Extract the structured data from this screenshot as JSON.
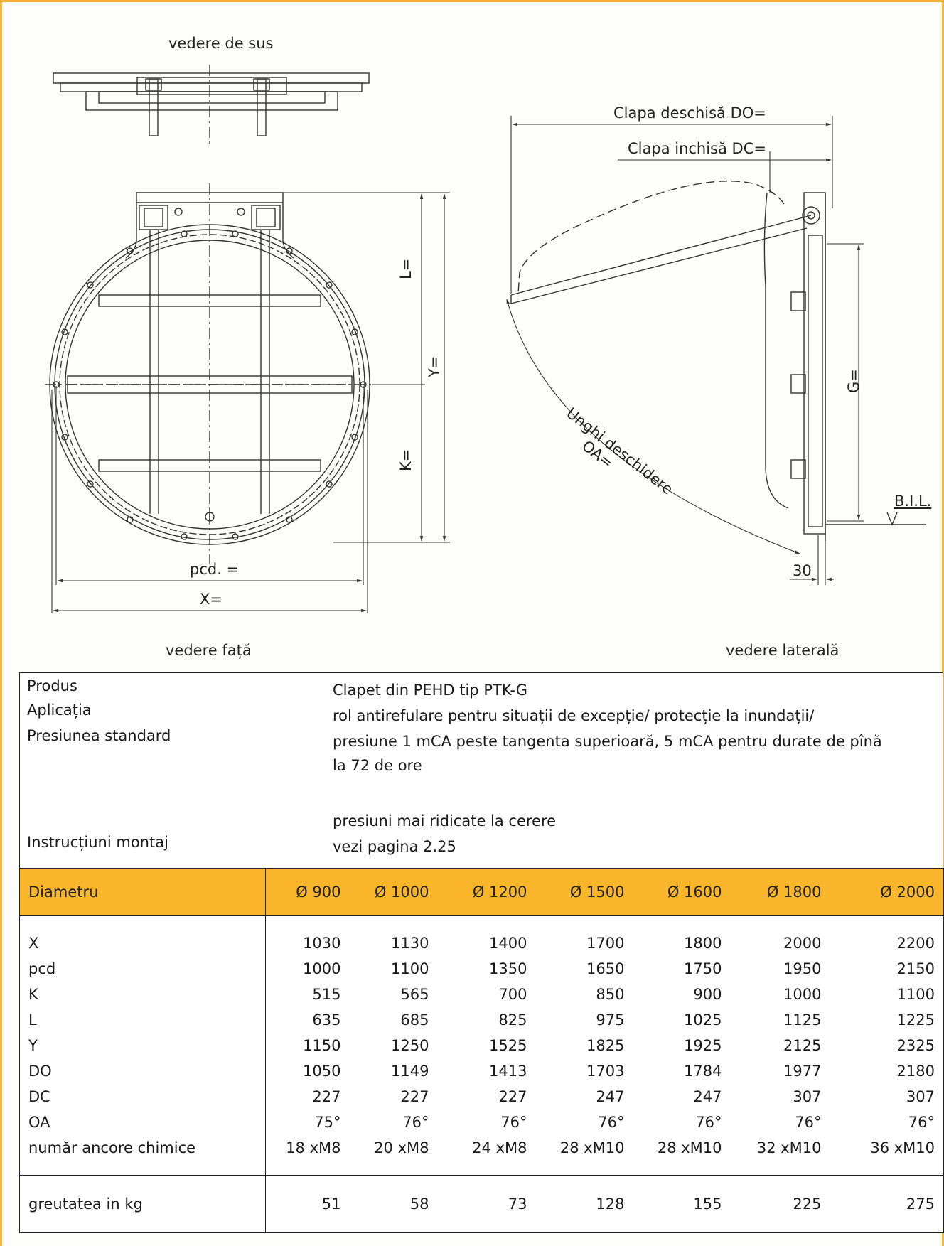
{
  "drawing": {
    "top_view_label": "vedere de sus",
    "front_view_label": "vedere față",
    "side_view_label": "vedere laterală",
    "dims": {
      "pcd": "pcd. =",
      "x": "X=",
      "l": "L=",
      "k": "K=",
      "y": "Y=",
      "do": "Clapa deschisă DO=",
      "dc": "Clapa inchisă DC=",
      "g": "G=",
      "oa_line1": "Unghi deschidere",
      "oa_line2": "OA=",
      "bil": "B.I.L.",
      "thirty": "30"
    }
  },
  "info": [
    {
      "key": "Produs",
      "value": "Clapet din PEHD tip PTK-G"
    },
    {
      "key": "Aplicația",
      "value": "rol antirefulare pentru situații de excepție/ protecție la inundații/"
    },
    {
      "key": "Presiunea standard",
      "value": "presiune 1 mCA peste tangenta superioară, 5 mCA pentru durate de pînă"
    },
    {
      "key": "",
      "value": "la 72 de ore"
    },
    {
      "key": "",
      "value": "presiuni mai ridicate la cerere"
    },
    {
      "key": "Instrucțiuni montaj",
      "value": "vezi pagina 2.25"
    }
  ],
  "table": {
    "header": [
      "Diametru",
      "Ø 900",
      "Ø 1000",
      "Ø 1200",
      "Ø 1500",
      "Ø 1600",
      "Ø 1800",
      "Ø 2000"
    ],
    "rows": [
      [
        "X",
        "1030",
        "1130",
        "1400",
        "1700",
        "1800",
        "2000",
        "2200"
      ],
      [
        "pcd",
        "1000",
        "1100",
        "1350",
        "1650",
        "1750",
        "1950",
        "2150"
      ],
      [
        "K",
        "515",
        "565",
        "700",
        "850",
        "900",
        "1000",
        "1100"
      ],
      [
        "L",
        "635",
        "685",
        "825",
        "975",
        "1025",
        "1125",
        "1225"
      ],
      [
        "Y",
        "1150",
        "1250",
        "1525",
        "1825",
        "1925",
        "2125",
        "2325"
      ],
      [
        "DO",
        "1050",
        "1149",
        "1413",
        "1703",
        "1784",
        "1977",
        "2180"
      ],
      [
        "DC",
        "227",
        "227",
        "227",
        "247",
        "247",
        "307",
        "307"
      ],
      [
        "OA",
        "75°",
        "76°",
        "76°",
        "76°",
        "76°",
        "76°",
        "76°"
      ],
      [
        "număr ancore chimice",
        "18 xM8",
        "20 xM8",
        "24 xM8",
        "28 xM10",
        "28 xM10",
        "32 xM10",
        "36 xM10"
      ]
    ],
    "weight": [
      "greutatea in kg",
      "51",
      "58",
      "73",
      "128",
      "155",
      "225",
      "275"
    ]
  }
}
